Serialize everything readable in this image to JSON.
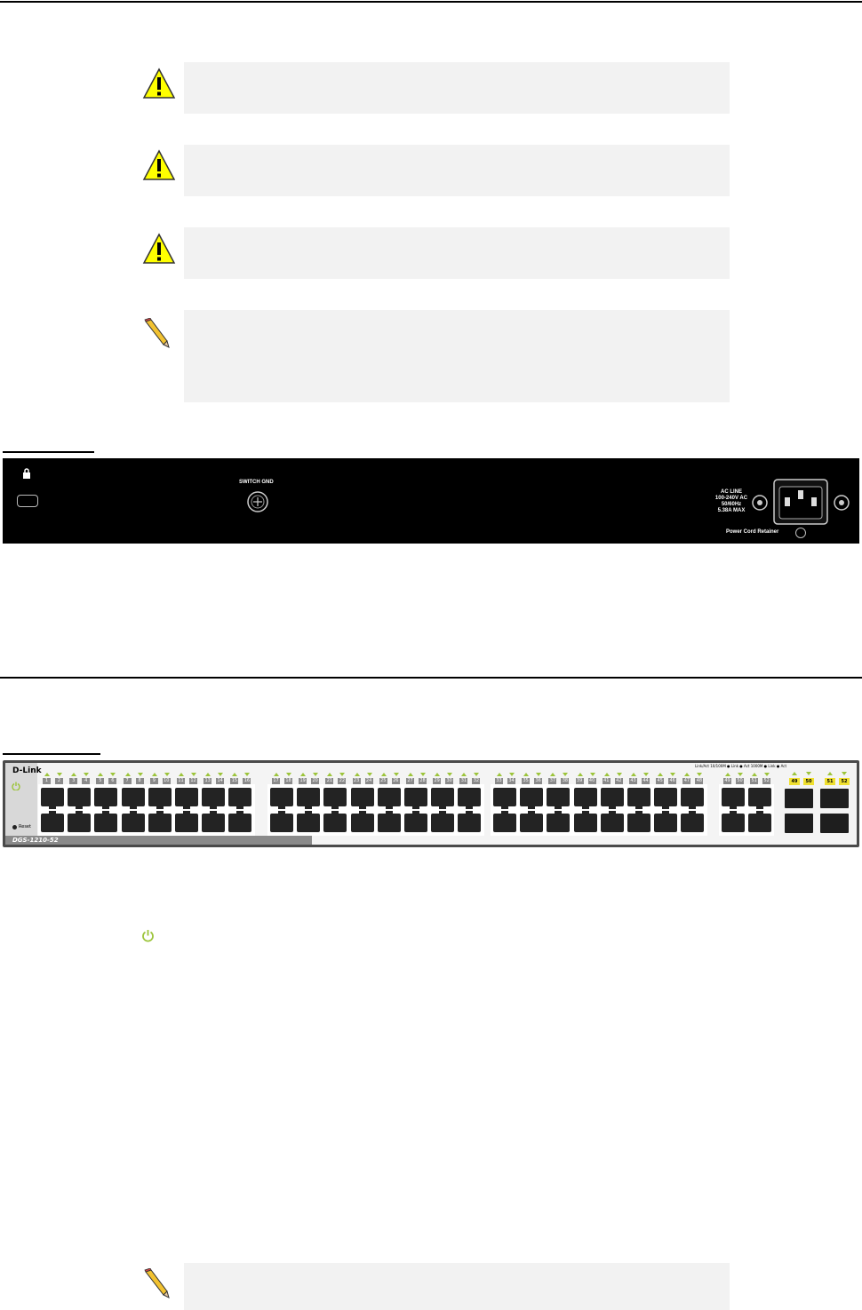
{
  "rear_panel": {
    "switch_gnd_label": "SWITCH GND",
    "ac_line_lines": [
      "AC LINE",
      "100-240V AC",
      "50/60Hz",
      "5.38A MAX"
    ],
    "power_cord_retainer_label": "Power Cord Retainer"
  },
  "front_panel": {
    "brand": "D-Link",
    "model": "DGS-1210-52",
    "reset_label": "Reset",
    "legend_text": "Link/Act 10/100M ● Link ● Act   1000M ● Link ● Act",
    "port_groups": [
      {
        "ports": [
          "1",
          "2",
          "3",
          "4",
          "5",
          "6",
          "7",
          "8",
          "9",
          "10",
          "11",
          "12",
          "13",
          "14",
          "15",
          "16"
        ]
      },
      {
        "ports": [
          "17",
          "18",
          "19",
          "20",
          "21",
          "22",
          "23",
          "24",
          "25",
          "26",
          "27",
          "28",
          "29",
          "30",
          "31",
          "32"
        ]
      },
      {
        "ports": [
          "33",
          "34",
          "35",
          "36",
          "37",
          "38",
          "39",
          "40",
          "41",
          "42",
          "43",
          "44",
          "45",
          "46",
          "47",
          "48"
        ]
      },
      {
        "ports": [
          "49",
          "50",
          "51",
          "52"
        ]
      }
    ],
    "sfp_labels": [
      "49",
      "50",
      "51",
      "52"
    ]
  },
  "colors": {
    "led_green": "#9cc43a",
    "sfp_label_yellow": "#f0e030",
    "note_box_gray": "#f2f2f2",
    "warning_yellow": "#ffff00"
  }
}
